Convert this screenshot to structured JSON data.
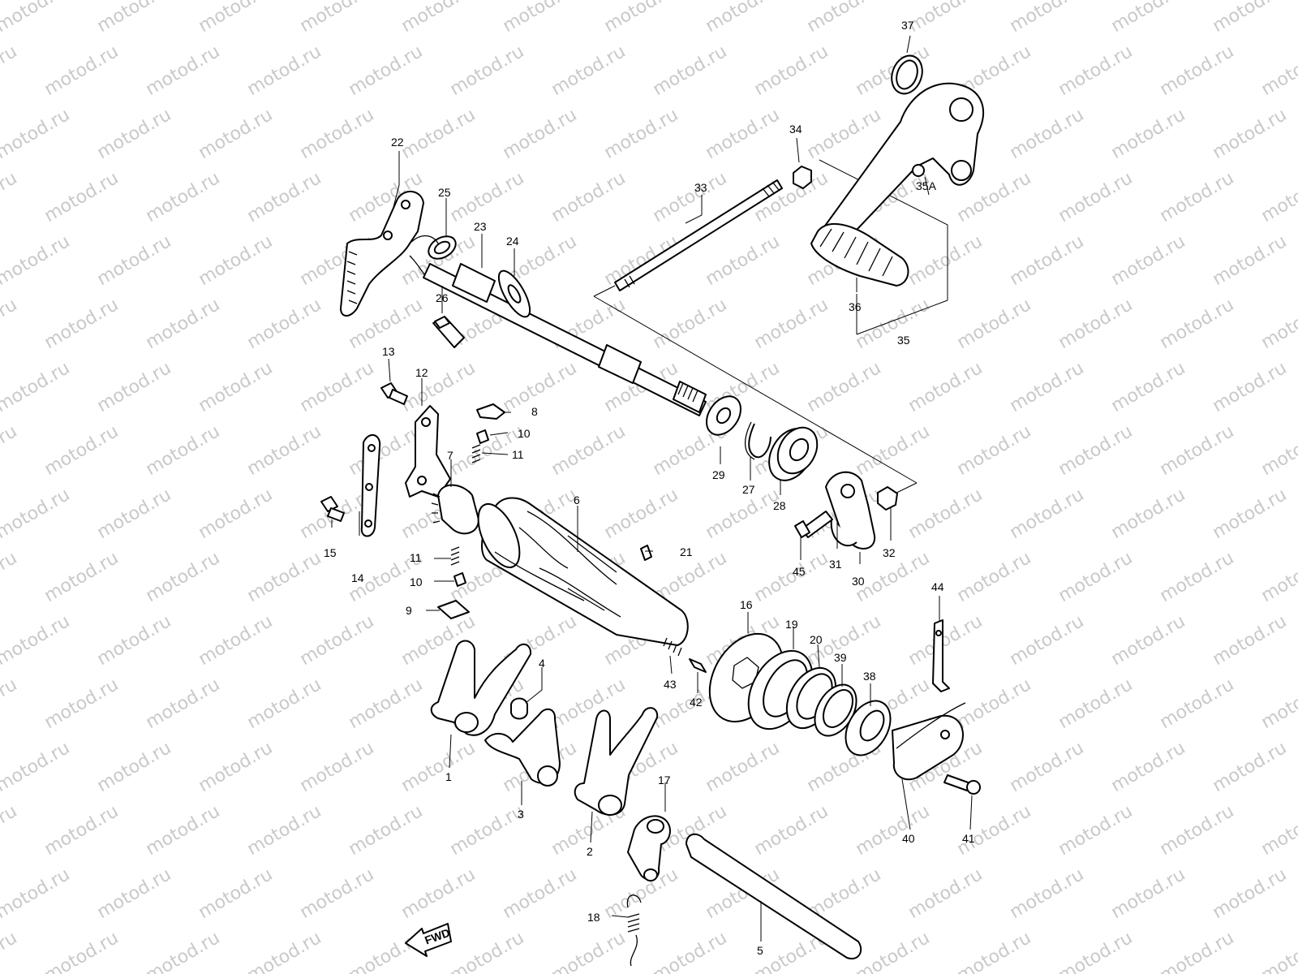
{
  "watermark": "motod.ru",
  "fwd_badge": "FWD",
  "callouts": [
    {
      "id": "c1",
      "text": "1"
    },
    {
      "id": "c2",
      "text": "2"
    },
    {
      "id": "c3",
      "text": "3"
    },
    {
      "id": "c4",
      "text": "4"
    },
    {
      "id": "c5",
      "text": "5"
    },
    {
      "id": "c6",
      "text": "6"
    },
    {
      "id": "c7",
      "text": "7"
    },
    {
      "id": "c8",
      "text": "8"
    },
    {
      "id": "c9",
      "text": "9"
    },
    {
      "id": "c10a",
      "text": "10"
    },
    {
      "id": "c10b",
      "text": "10"
    },
    {
      "id": "c11a",
      "text": "11"
    },
    {
      "id": "c11b",
      "text": "11"
    },
    {
      "id": "c12",
      "text": "12"
    },
    {
      "id": "c13",
      "text": "13"
    },
    {
      "id": "c14",
      "text": "14"
    },
    {
      "id": "c15",
      "text": "15"
    },
    {
      "id": "c16",
      "text": "16"
    },
    {
      "id": "c17",
      "text": "17"
    },
    {
      "id": "c18",
      "text": "18"
    },
    {
      "id": "c19",
      "text": "19"
    },
    {
      "id": "c20",
      "text": "20"
    },
    {
      "id": "c21",
      "text": "21"
    },
    {
      "id": "c22",
      "text": "22"
    },
    {
      "id": "c23",
      "text": "23"
    },
    {
      "id": "c24",
      "text": "24"
    },
    {
      "id": "c25",
      "text": "25"
    },
    {
      "id": "c26",
      "text": "26"
    },
    {
      "id": "c27",
      "text": "27"
    },
    {
      "id": "c28",
      "text": "28"
    },
    {
      "id": "c29",
      "text": "29"
    },
    {
      "id": "c30",
      "text": "30"
    },
    {
      "id": "c31",
      "text": "31"
    },
    {
      "id": "c32",
      "text": "32"
    },
    {
      "id": "c33",
      "text": "33"
    },
    {
      "id": "c34",
      "text": "34"
    },
    {
      "id": "c35",
      "text": "35"
    },
    {
      "id": "c35A",
      "text": "35A"
    },
    {
      "id": "c36",
      "text": "36"
    },
    {
      "id": "c37",
      "text": "37"
    },
    {
      "id": "c38",
      "text": "38"
    },
    {
      "id": "c39",
      "text": "39"
    },
    {
      "id": "c40",
      "text": "40"
    },
    {
      "id": "c41",
      "text": "41"
    },
    {
      "id": "c42",
      "text": "42"
    },
    {
      "id": "c43",
      "text": "43"
    },
    {
      "id": "c44",
      "text": "44"
    },
    {
      "id": "c45",
      "text": "45"
    }
  ]
}
